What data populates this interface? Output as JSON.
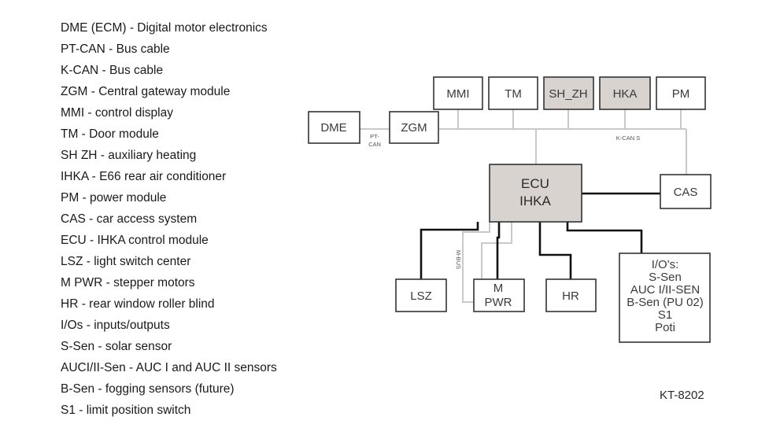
{
  "legend": [
    "DME (ECM) - Digital motor electronics",
    "PT-CAN - Bus cable",
    "K-CAN - Bus cable",
    "ZGM - Central gateway module",
    "MMI - control display",
    "TM - Door module",
    "SH ZH - auxiliary heating",
    "IHKA - E66 rear air conditioner",
    "PM - power module",
    "CAS - car access system",
    "ECU - IHKA control module",
    "LSZ - light switch center",
    "M PWR - stepper motors",
    "HR - rear window roller blind",
    "I/Os - inputs/outputs",
    "S-Sen - solar sensor",
    "AUCI/II-Sen - AUC I and AUC II sensors",
    "B-Sen - fogging sensors (future)",
    "S1 - limit position switch"
  ],
  "nodes": {
    "mmi": "MMI",
    "tm": "TM",
    "sh_zh": "SH_ZH",
    "hka": "HKA",
    "pm": "PM",
    "dme": "DME",
    "zgm": "ZGM",
    "ecu_line1": "ECU",
    "ecu_line2": "IHKA",
    "cas": "CAS",
    "lsz": "LSZ",
    "mpwr_line1": "M",
    "mpwr_line2": "PWR",
    "hr": "HR",
    "ios_lines": [
      "I/O's:",
      "S-Sen",
      "AUC I/II-SEN",
      "B-Sen (PU 02)",
      "S1",
      "Poti"
    ]
  },
  "bus_labels": {
    "pt_can_line1": "PT-",
    "pt_can_line2": "CAN",
    "k_can_s": "K-CAN S",
    "m_bus": "M-BUS"
  },
  "figure_id": "KT-8202",
  "colors": {
    "shaded_box": "#d8d3cf",
    "thin_bus": "#c9c9c9",
    "thick_wire": "#111111"
  }
}
